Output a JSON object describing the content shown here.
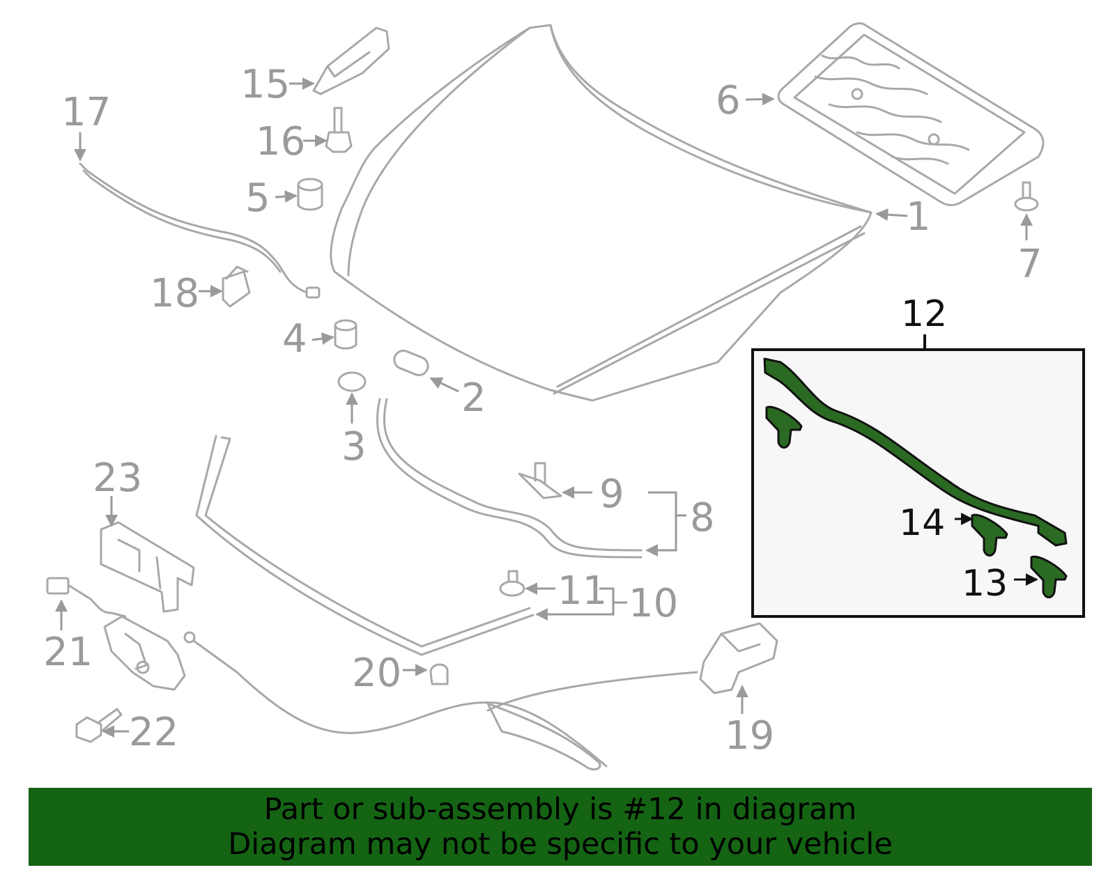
{
  "colors": {
    "footer_background": "#146414",
    "highlight_part": "#2b6a22",
    "inset_background": "#f7f7f7",
    "part_stroke": "#a8a8a8"
  },
  "callouts": {
    "c1": "1",
    "c2": "2",
    "c3": "3",
    "c4": "4",
    "c5": "5",
    "c6": "6",
    "c7": "7",
    "c8": "8",
    "c9": "9",
    "c10": "10",
    "c11": "11",
    "c12": "12",
    "c13": "13",
    "c14": "14",
    "c15": "15",
    "c16": "16",
    "c17": "17",
    "c18": "18",
    "c19": "19",
    "c20": "20",
    "c21": "21",
    "c22": "22",
    "c23": "23"
  },
  "footer": {
    "line1": "Part or sub-assembly is #12 in diagram",
    "line2": "Diagram may not be specific to your vehicle"
  }
}
